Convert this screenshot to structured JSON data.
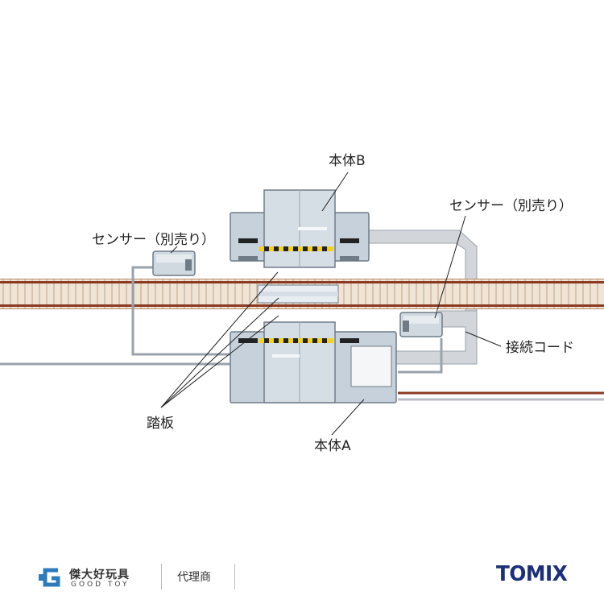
{
  "labels": {
    "body_b": "本体B",
    "body_a": "本体A",
    "sensor_left": "センサー（別売り）",
    "sensor_right": "センサー（別売り）",
    "connection_cord": "接続コード",
    "pedal": "踏板"
  },
  "footer": {
    "store_name": "傑大好玩具",
    "store_name_en": "GOOD TOY",
    "agent": "代理商",
    "brand": "TOMIX"
  },
  "colors": {
    "rail": "#8b3a23",
    "tie": "#e9d8c4",
    "unit_body": "#c7d1db",
    "unit_stroke": "#6f7c88",
    "cable": "#d2d6da",
    "brand": "#1c2f7a"
  }
}
